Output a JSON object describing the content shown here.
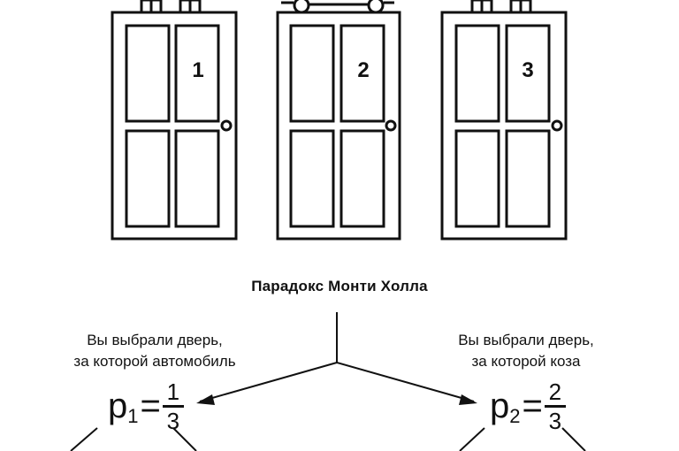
{
  "doors": [
    {
      "number": "1",
      "top_item": "gifts"
    },
    {
      "number": "2",
      "top_item": "car"
    },
    {
      "number": "3",
      "top_item": "gifts"
    }
  ],
  "title": "Парадокс Монти Холла",
  "branches": {
    "left": {
      "line1": "Вы выбрали дверь,",
      "line2": "за которой автомобиль",
      "p_symbol": "p",
      "p_index": "1",
      "numerator": "1",
      "denominator": "3"
    },
    "right": {
      "line1": "Вы выбрали дверь,",
      "line2": "за которой коза",
      "p_symbol": "p",
      "p_index": "2",
      "numerator": "2",
      "denominator": "3"
    }
  },
  "colors": {
    "ink": "#111111",
    "background": "#ffffff"
  }
}
